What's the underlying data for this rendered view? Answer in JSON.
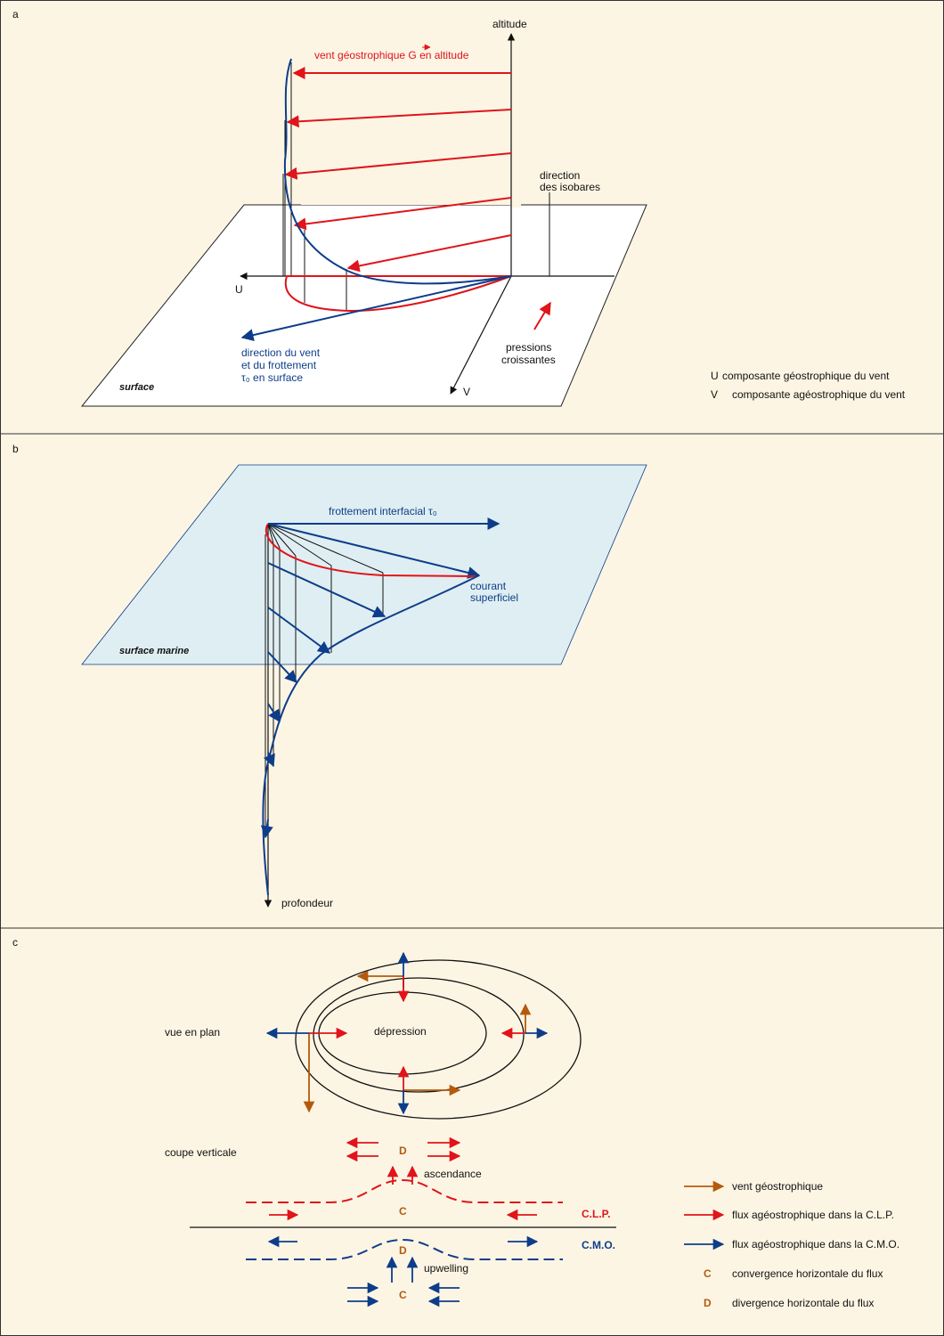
{
  "panels": {
    "a": {
      "letter": "a",
      "labels": {
        "altitude": "altitude",
        "geostrophic_wind": "vent géostrophique G en altitude",
        "isobars_1": "direction",
        "isobars_2": "des isobares",
        "u": "U",
        "v": "V",
        "wind_dir_1": "direction du vent",
        "wind_dir_2": "et du frottement",
        "wind_dir_3": "τ₀ en surface",
        "pressure_1": "pressions",
        "pressure_2": "croissantes",
        "surface": "surface"
      },
      "legend": [
        {
          "key": "U",
          "text": "composante géostrophique du vent"
        },
        {
          "key": "V",
          "text": "composante agéostrophique du vent"
        }
      ]
    },
    "b": {
      "letter": "b",
      "labels": {
        "friction": "frottement interfacial τ₀",
        "current_1": "courant",
        "current_2": "superficiel",
        "sea_surface": "surface marine",
        "depth": "profondeur"
      }
    },
    "c": {
      "letter": "c",
      "labels": {
        "plan_view": "vue en plan",
        "depression": "dépression",
        "vertical_section": "coupe verticale",
        "ascent": "ascendance",
        "upwelling": "upwelling",
        "clp": "C.L.P.",
        "cmo": "C.M.O.",
        "D": "D",
        "C": "C"
      },
      "legend": [
        {
          "symbol": "orange-arrow",
          "text": "vent géostrophique"
        },
        {
          "symbol": "red-arrow",
          "text": "flux agéostrophique dans la C.L.P."
        },
        {
          "symbol": "blue-arrow",
          "text": "flux agéostrophique dans la C.M.O."
        },
        {
          "symbol": "C",
          "text": "convergence horizontale du flux"
        },
        {
          "symbol": "D",
          "text": "divergence horizontale du flux"
        }
      ]
    }
  },
  "colors": {
    "background": "#fdf5e4",
    "red": "#e0141a",
    "blue": "#0d3d8a",
    "orange": "#b45a0c",
    "sea": "#dfeef2"
  }
}
